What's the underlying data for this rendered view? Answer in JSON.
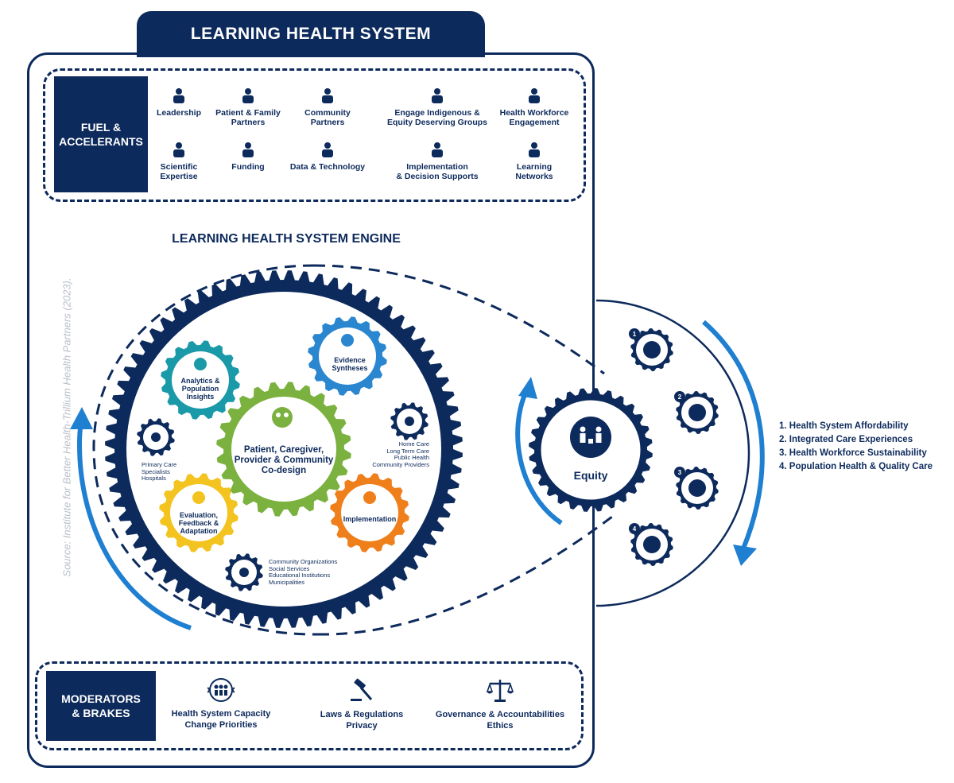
{
  "title": "LEARNING HEALTH SYSTEM",
  "source_note": "Source: Institute for Better Health-Trillium Health Partners (2023).",
  "fuel": {
    "label": "FUEL &\nACCELERANTS",
    "items": [
      {
        "label": "Leadership",
        "icon": "leadership-icon"
      },
      {
        "label": "Patient & Family\nPartners",
        "icon": "family-icon"
      },
      {
        "label": "Community\nPartners",
        "icon": "handshake-icon"
      },
      {
        "label": "Engage Indigenous &\nEquity Deserving Groups",
        "icon": "group-icon"
      },
      {
        "label": "Health Workforce\nEngagement",
        "icon": "care-hands-icon"
      },
      {
        "label": "Scientific\nExpertise",
        "icon": "atom-icon"
      },
      {
        "label": "Funding",
        "icon": "funding-icon"
      },
      {
        "label": "Data & Technology",
        "icon": "monitor-icon"
      },
      {
        "label": "Implementation\n& Decision Supports",
        "icon": "dashboard-icon"
      },
      {
        "label": "Learning\nNetworks",
        "icon": "network-icon"
      }
    ]
  },
  "engine": {
    "title": "LEARNING HEALTH SYSTEM ENGINE",
    "center": "Patient, Caregiver,\nProvider & Community\nCo-design",
    "gears": [
      {
        "label": "Analytics &\nPopulation\nInsights",
        "color": "#1a9aa8"
      },
      {
        "label": "Evidence\nSyntheses",
        "color": "#2a86cf"
      },
      {
        "label": "Evaluation,\nFeedback &\nAdaptation",
        "color": "#f3c320"
      },
      {
        "label": "Implementation",
        "color": "#ef7f1a"
      }
    ],
    "center_color": "#7bb13f",
    "sectors": [
      {
        "label": "Primary Care\nSpecialists\nHospitals"
      },
      {
        "label": "Home Care\nLong Term Care\nPublic Health\nCommunity Providers"
      },
      {
        "label": "Community Organizations\nSocial Services\nEducational Institutions\nMunicipalities"
      }
    ]
  },
  "equity": {
    "label": "Equity"
  },
  "outcomes": {
    "badges": [
      "1",
      "2",
      "3",
      "4"
    ],
    "items": [
      "1.  Health System Affordability",
      "2.  Integrated Care Experiences",
      "3.  Health Workforce Sustainability",
      "4.  Population Health & Quality Care"
    ]
  },
  "moderators": {
    "label": "MODERATORS\n& BRAKES",
    "items": [
      {
        "label": "Health System Capacity\nChange Priorities",
        "icon": "capacity-icon"
      },
      {
        "label": "Laws & Regulations\nPrivacy",
        "icon": "gavel-icon"
      },
      {
        "label": "Governance & Accountabilities\nEthics",
        "icon": "scales-icon"
      }
    ]
  },
  "colors": {
    "navy": "#0d2a5c",
    "blue_arrow": "#1f7fd0"
  }
}
